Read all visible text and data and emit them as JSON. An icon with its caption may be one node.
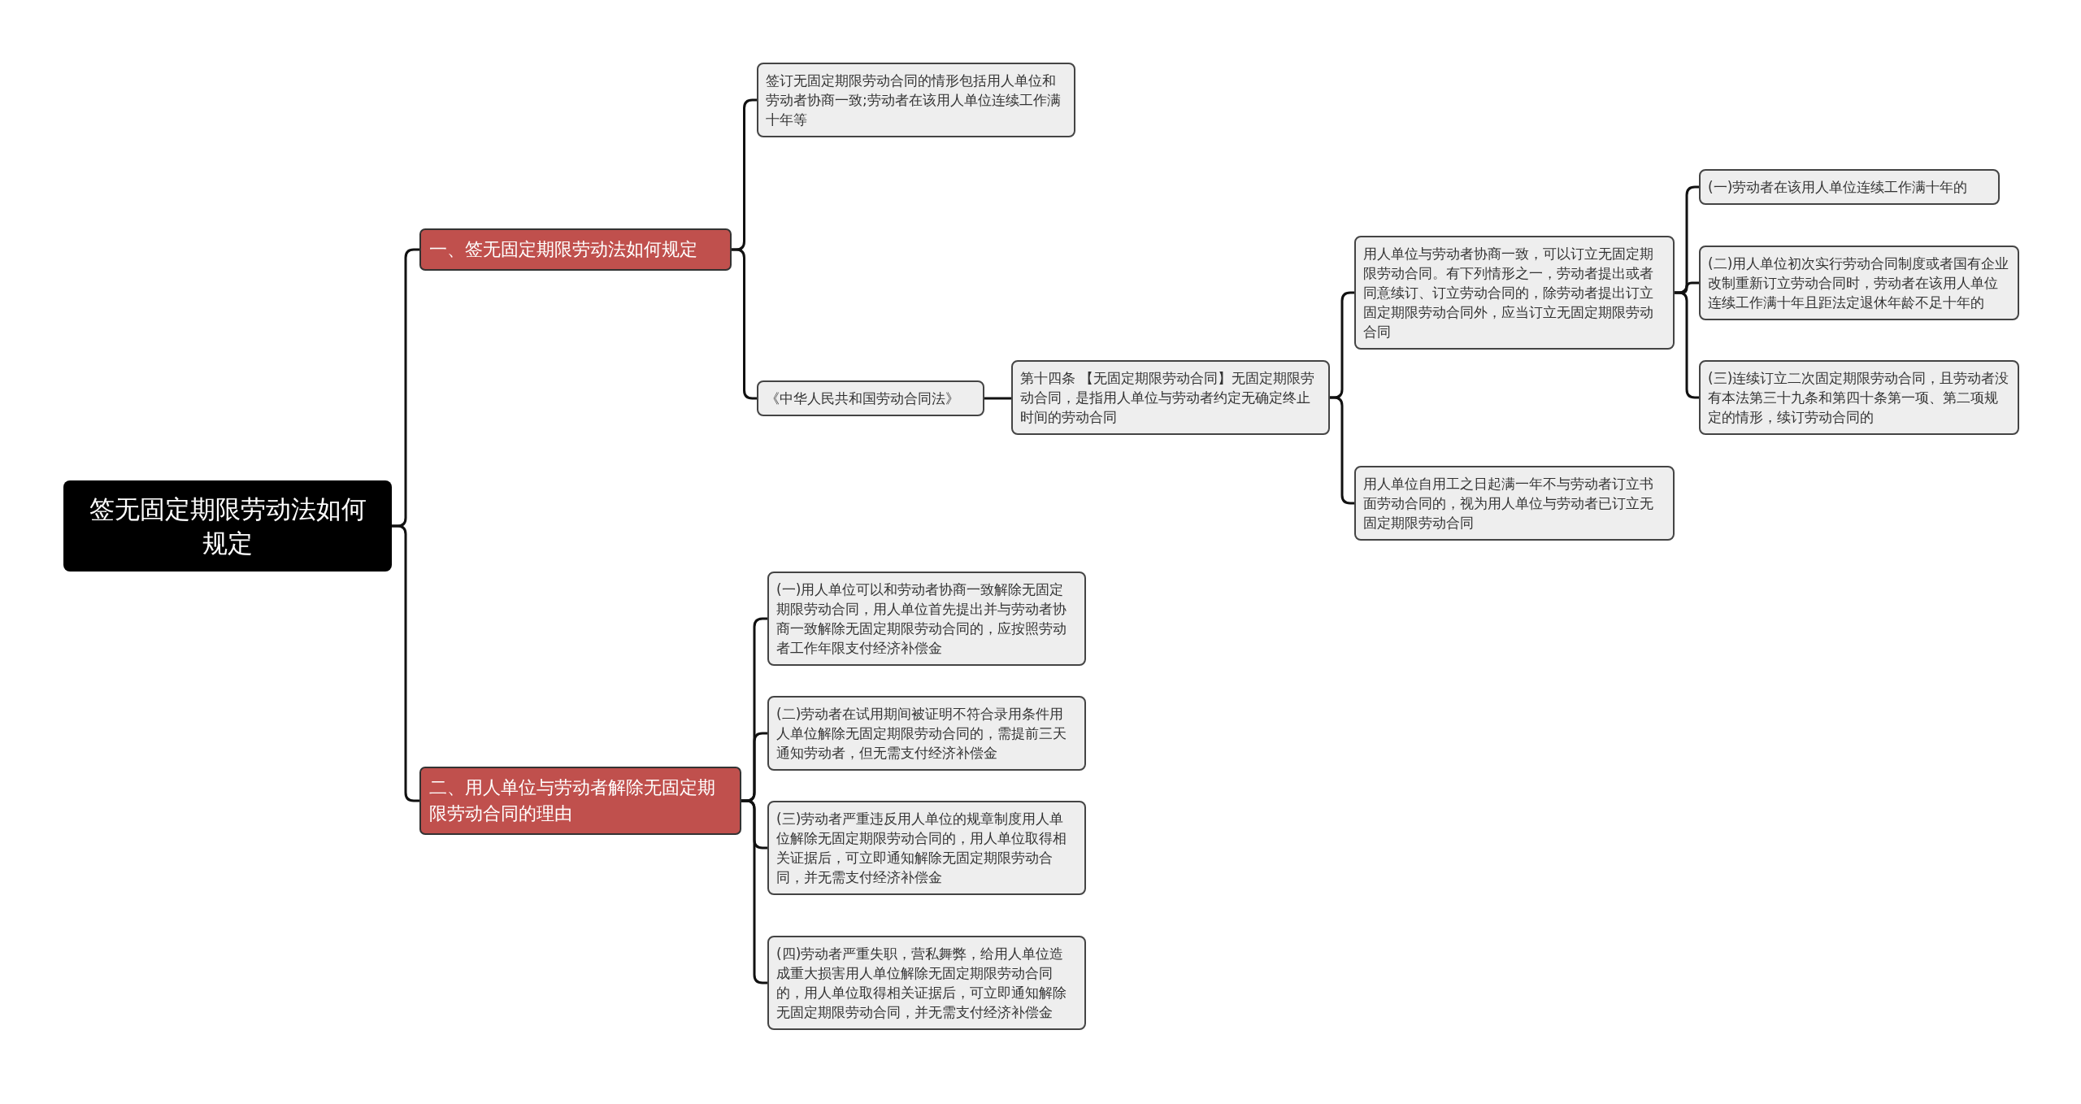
{
  "diagram": {
    "nodes": [
      {
        "text": [
          "签无固定期限劳动法如何规定"
        ]
      },
      {
        "text": [
          "一、签无固定期限劳动法如何规定"
        ]
      },
      {
        "text": [
          "签订无固定期限劳动合同的情形包括用人单位和劳动者协商一致;劳动者在该用人单位连续工作满十年等"
        ]
      },
      {
        "text": [
          "《中华人民共和国劳动合同法》"
        ]
      },
      {
        "text": [
          "第十四条 【无固定期限劳动合同】无固定期限劳动合同，是指用人单位与劳动者约定无确定终止时间的劳动合同"
        ]
      },
      {
        "text": [
          "用人单位与劳动者协商一致，可以订立无固定期限劳动合同。有下列情形之一，劳动者提出或者同意续订、订立劳动合同的，除劳动者提出订立固定期限劳动合同外，应当订立无固定期限劳动合同"
        ]
      },
      {
        "text": [
          "(一)劳动者在该用人单位连续工作满十年的"
        ]
      },
      {
        "text": [
          "(二)用人单位初次实行劳动合同制度或者国有企业改制重新订立劳动合同时，劳动者在该用人单位连续工作满十年且距法定退休年龄不足十年的"
        ]
      },
      {
        "text": [
          "(三)连续订立二次固定期限劳动合同，且劳动者没有本法第三十九条和第四十条第一项、第二项规定的情形，续订劳动合同的"
        ]
      },
      {
        "text": [
          "用人单位自用工之日起满一年不与劳动者订立书面劳动合同的，视为用人单位与劳动者已订立无固定期限劳动合同"
        ]
      },
      {
        "text": [
          "二、用人单位与劳动者解除无固定期限劳动合同的理由"
        ]
      },
      {
        "text": [
          "(一)用人单位可以和劳动者协商一致解除无固定期限劳动合同，用人单位首先提出并与劳动者协商一致解除无固定期限劳动合同的，应按照劳动者工作年限支付经济补偿金"
        ]
      },
      {
        "text": [
          "(二)劳动者在试用期间被证明不符合录用条件用人单位解除无固定期限劳动合同的，需提前三天通知劳动者，但无需支付经济补偿金"
        ]
      },
      {
        "text": [
          "(三)劳动者严重违反用人单位的规章制度用人单位解除无固定期限劳动合同的，用人单位取得相关证据后，可立即通知解除无固定期限劳动合同，并无需支付经济补偿金"
        ]
      },
      {
        "text": [
          "(四)劳动者严重失职，营私舞弊，给用人单位造成重大损害用人单位解除无固定期限劳动合同的，用人单位取得相关证据后，可立即通知解除无固定期限劳动合同，并无需支付经济补偿金"
        ]
      }
    ],
    "edges": [
      {
        "from": 0,
        "to": 1,
        "arrow": "none"
      },
      {
        "from": 0,
        "to": 10,
        "arrow": "none"
      },
      {
        "from": 1,
        "to": 2,
        "arrow": "none"
      },
      {
        "from": 1,
        "to": 3,
        "arrow": "none"
      },
      {
        "from": 3,
        "to": 4,
        "arrow": "none"
      },
      {
        "from": 4,
        "to": 5,
        "arrow": "none"
      },
      {
        "from": 4,
        "to": 9,
        "arrow": "none"
      },
      {
        "from": 5,
        "to": 6,
        "arrow": "none"
      },
      {
        "from": 5,
        "to": 7,
        "arrow": "none"
      },
      {
        "from": 5,
        "to": 8,
        "arrow": "none"
      },
      {
        "from": 10,
        "to": 11,
        "arrow": "none"
      },
      {
        "from": 10,
        "to": 12,
        "arrow": "none"
      },
      {
        "from": 10,
        "to": 13,
        "arrow": "none"
      },
      {
        "from": 10,
        "to": 14,
        "arrow": "none"
      }
    ]
  }
}
